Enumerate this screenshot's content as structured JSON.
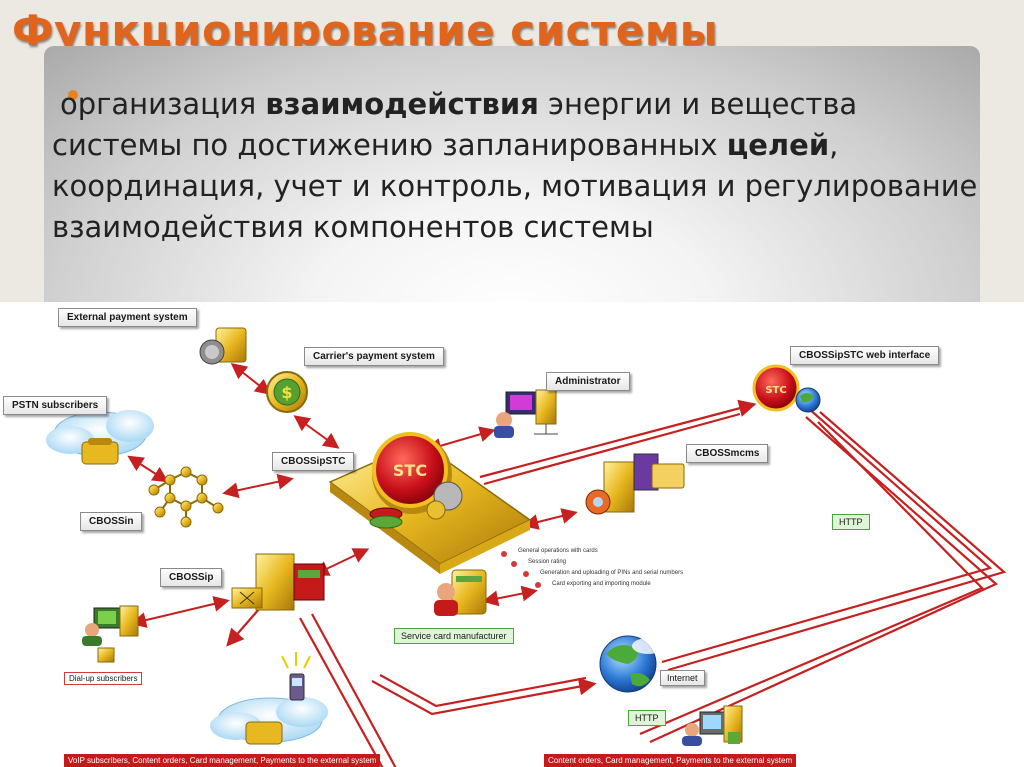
{
  "title": "Функционирование системы",
  "text": {
    "p1": "организация ",
    "b1": "взаимодействия",
    "p2": " энергии и вещества системы по достижению запланированных ",
    "b2": "целей",
    "p3": ", координация, учет и контроль, мотивация и регулирование взаимодействия компонентов системы"
  },
  "diagram": {
    "labels": {
      "external_payment": "External payment system",
      "carrier_payment": "Carrier's payment system",
      "administrator": "Administrator",
      "web_interface": "CBOSSipSTC web interface",
      "pstn": "PSTN subscribers",
      "cbossipstc": "CBOSSipSTC",
      "cbossmcms": "CBOSSmcms",
      "cbossin": "CBOSSin",
      "cbossip": "CBOSSip",
      "service_card": "Service card manufacturer",
      "dialup": "Dial-up subscribers",
      "internet": "Internet",
      "http1": "HTTP",
      "http2": "HTTP",
      "stc1": "STC",
      "stc2": "STC",
      "voip_bar": "VoIP subscribers, Content orders, Card management, Payments to the external system",
      "content_bar": "Content orders, Card management, Payments to the external system"
    },
    "modules": [
      "General operations with cards",
      "Session rating",
      "Generation and uploading of PINs and serial numbers",
      "Card exporting and importing module"
    ]
  },
  "colors": {
    "title": "#e0641c",
    "bullet": "#e8811e",
    "arrow": "#c62020"
  }
}
